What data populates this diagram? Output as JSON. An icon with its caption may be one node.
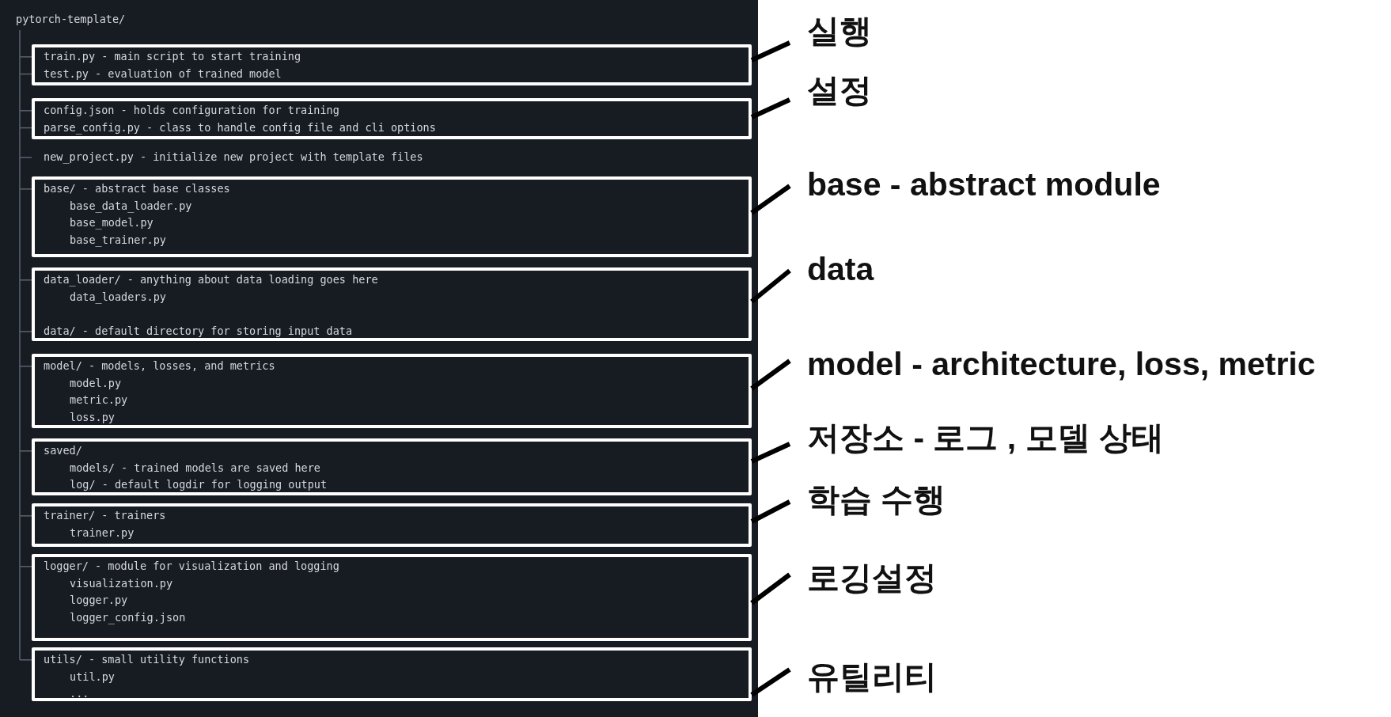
{
  "diagram": {
    "nodes": [
      {
        "text": [
          "train.py - main script to start training",
          "test.py - evaluation of trained model"
        ]
      },
      {
        "text": [
          "config.json - holds configuration for training",
          "parse_config.py - class to handle config file and cli options"
        ]
      },
      {
        "text": [
          "base/ - abstract base classes",
          "base_data_loader.py",
          "base_model.py",
          "base_trainer.py"
        ]
      },
      {
        "text": [
          "data_loader/ - anything about data loading goes here",
          "data_loaders.py",
          "data/ - default directory for storing input data"
        ]
      },
      {
        "text": [
          "model/ - models, losses, and metrics",
          "model.py",
          "metric.py",
          "loss.py"
        ]
      },
      {
        "text": [
          "saved/",
          "models/ - trained models are saved here",
          "log/ - default logdir for logging output"
        ]
      },
      {
        "text": [
          "trainer/ - trainers",
          "trainer.py"
        ]
      },
      {
        "text": [
          "logger/ - module for visualization and logging",
          "visualization.py",
          "logger.py",
          "logger_config.json"
        ]
      },
      {
        "text": [
          "utils/ - small utility functions",
          "util.py",
          "..."
        ]
      },
      {
        "text": [
          "실행"
        ]
      },
      {
        "text": [
          "설정"
        ]
      },
      {
        "text": [
          "base - abstract module"
        ]
      },
      {
        "text": [
          "data"
        ]
      },
      {
        "text": [
          "model - architecture, loss, metric"
        ]
      },
      {
        "text": [
          "저장소 - 로그 , 모델 상태"
        ]
      },
      {
        "text": [
          "학습 수행"
        ]
      },
      {
        "text": [
          "로깅설정"
        ]
      },
      {
        "text": [
          "유틸리티"
        ]
      }
    ],
    "edges": [
      {
        "from": 9,
        "to": 0,
        "arrow": "none"
      },
      {
        "from": 10,
        "to": 1,
        "arrow": "none"
      },
      {
        "from": 11,
        "to": 2,
        "arrow": "none"
      },
      {
        "from": 12,
        "to": 3,
        "arrow": "none"
      },
      {
        "from": 13,
        "to": 4,
        "arrow": "none"
      },
      {
        "from": 14,
        "to": 5,
        "arrow": "none"
      },
      {
        "from": 15,
        "to": 6,
        "arrow": "none"
      },
      {
        "from": 16,
        "to": 7,
        "arrow": "none"
      },
      {
        "from": 17,
        "to": 8,
        "arrow": "none"
      }
    ],
    "labels": [
      "pytorch-template/",
      "new_project.py - initialize new project with template files"
    ]
  }
}
